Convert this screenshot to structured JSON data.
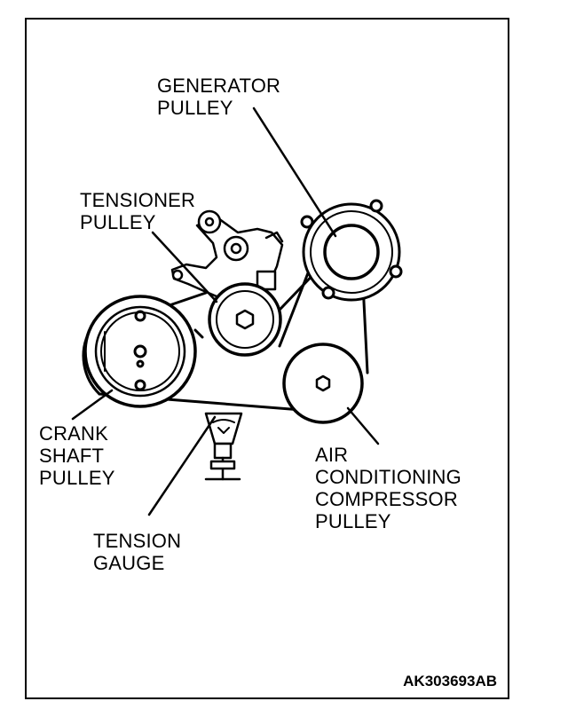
{
  "labels": {
    "generator": "GENERATOR\nPULLEY",
    "tensioner": "TENSIONER\nPULLEY",
    "crank": "CRANK\nSHAFT\nPULLEY",
    "ac": "AIR\nCONDITIONING\nCOMPRESSOR\nPULLEY",
    "gauge": "TENSION\nGAUGE"
  },
  "reference": "AK303693AB"
}
